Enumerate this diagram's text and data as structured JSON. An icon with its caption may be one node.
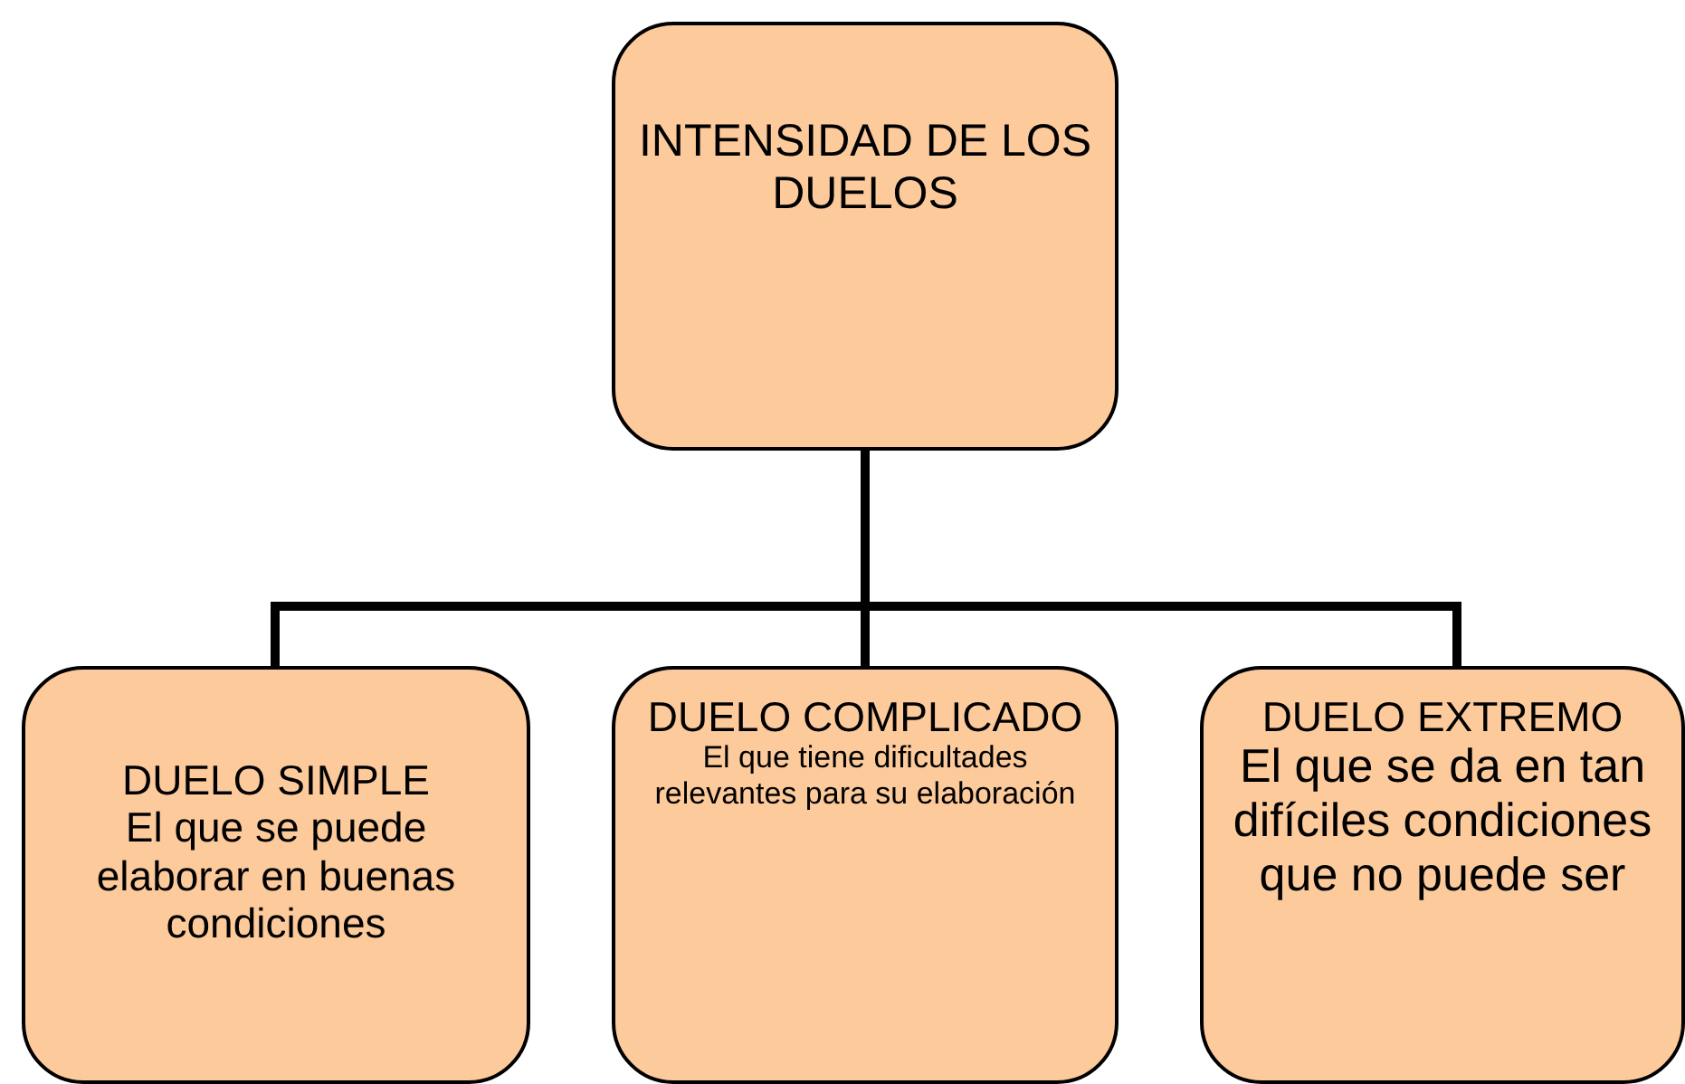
{
  "diagram": {
    "nodes": [
      {
        "text": [
          "INTENSIDAD DE LOS DUELOS"
        ]
      },
      {
        "text": [
          "DUELO SIMPLE",
          "El que se puede elaborar en buenas condiciones"
        ]
      },
      {
        "text": [
          "DUELO COMPLICADO",
          "El que tiene dificultades relevantes para su elaboración"
        ]
      },
      {
        "text": [
          "DUELO EXTREMO",
          "El que se da en tan difíciles condiciones que no puede ser"
        ]
      }
    ],
    "edges": [
      {
        "from": 0,
        "to": 1,
        "arrow": "none"
      },
      {
        "from": 0,
        "to": 2,
        "arrow": "none"
      },
      {
        "from": 0,
        "to": 3,
        "arrow": "none"
      }
    ]
  }
}
